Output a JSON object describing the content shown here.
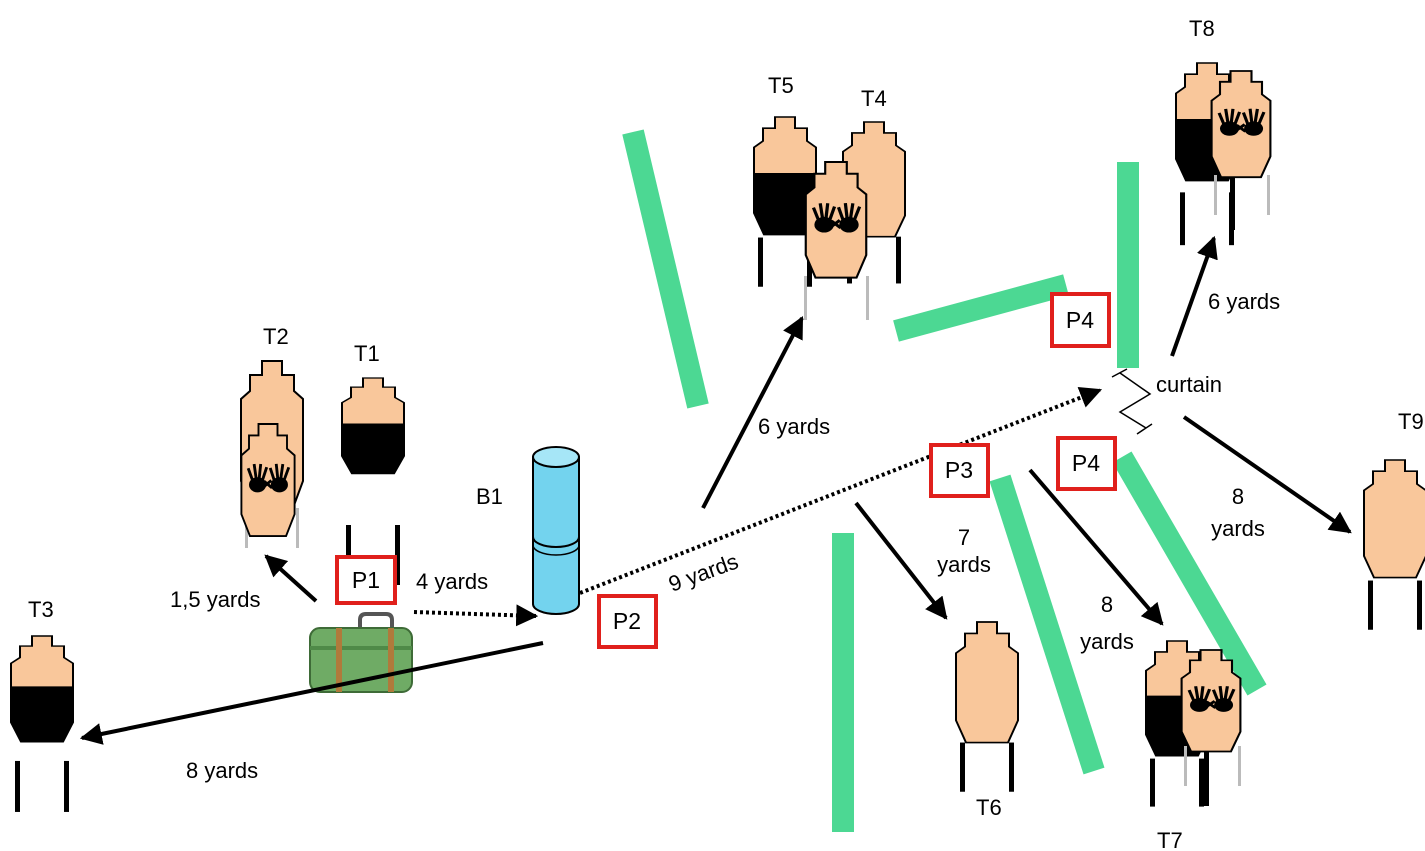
{
  "targets": {
    "t1": "T1",
    "t2": "T2",
    "t3": "T3",
    "t4": "T4",
    "t5": "T5",
    "t6": "T6",
    "t7": "T7",
    "t8": "T8",
    "t9": "T9"
  },
  "barrel": "B1",
  "positions": {
    "p1": "P1",
    "p2": "P2",
    "p3": "P3",
    "p4": "P4"
  },
  "distances": {
    "d_1_5": "1,5 yards",
    "d_4": "4 yards",
    "d_8_t3": "8 yards",
    "d_9": "9 yards",
    "d_6_t5": "6 yards",
    "d_6_t8": "6 yards",
    "d_7_num": "7",
    "d_7_unit": "yards",
    "d_8_t7_num": "8",
    "d_8_t7_unit": "yards",
    "d_8_t9_num": "8",
    "d_8_t9_unit": "yards"
  },
  "curtain": "curtain",
  "colors": {
    "wall": "#4cd893",
    "target_fill": "#f9c79b",
    "no_shoot_black": "#000000",
    "position_box": "#e0201c",
    "barrel_fill": "#73d3ee",
    "suitcase": "#6fab65"
  },
  "icons": [
    "hands-no-shoot-icon",
    "suitcase-icon",
    "barrel-icon"
  ]
}
